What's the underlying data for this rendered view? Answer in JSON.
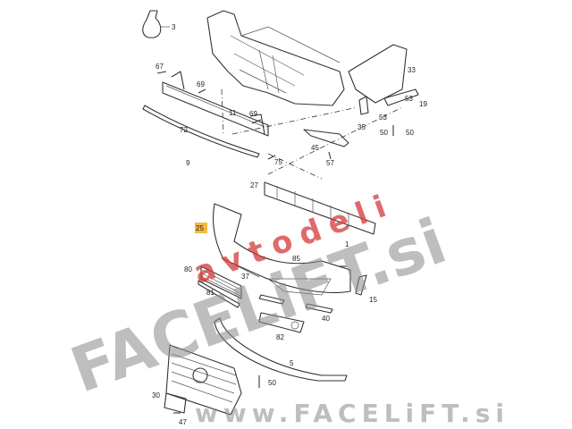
{
  "diagram": {
    "callouts": [
      "3",
      "67",
      "69",
      "72",
      "11",
      "69",
      "9",
      "75",
      "35",
      "45",
      "57",
      "33",
      "53",
      "19",
      "53",
      "50",
      "50",
      "27",
      "25",
      "1",
      "80",
      "15",
      "37",
      "81",
      "85",
      "40",
      "82",
      "5",
      "50",
      "30",
      "47"
    ],
    "highlighted_callout": "25",
    "highlight_color": "#f5b942"
  },
  "watermarks": {
    "main": "FACELiFT.si",
    "sub": "avtodeli",
    "footer": "www.FACELiFT.si"
  }
}
